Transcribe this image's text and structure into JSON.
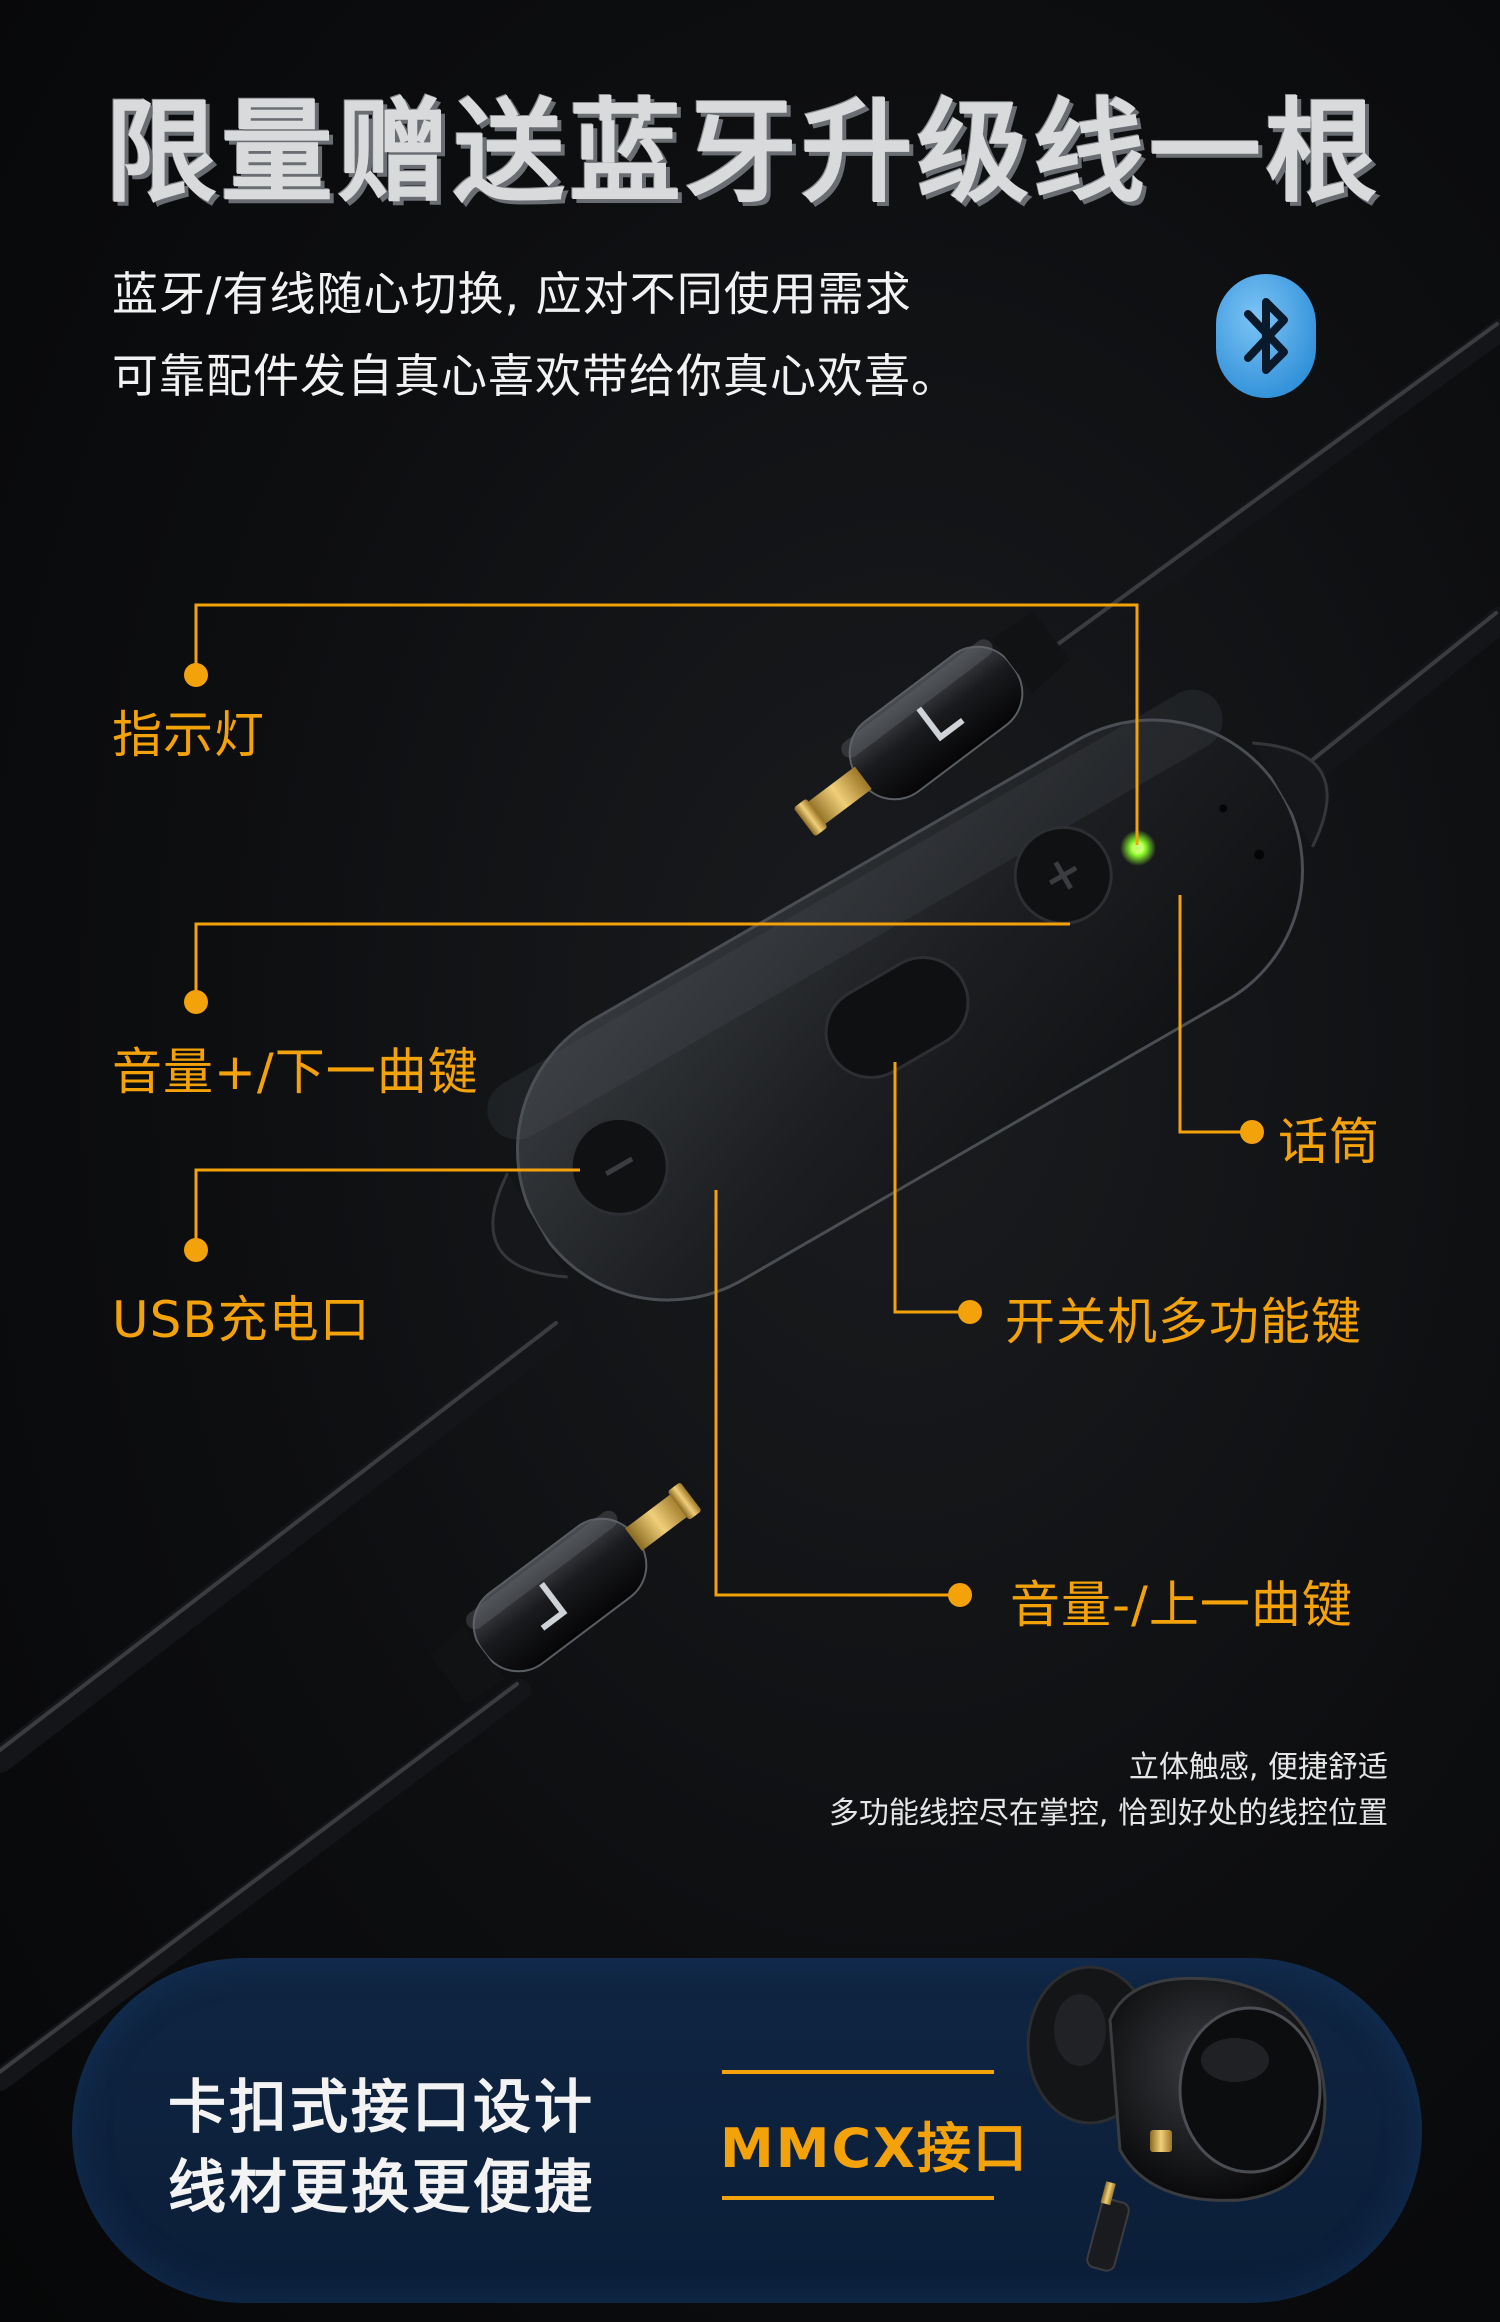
{
  "headline": "限量赠送蓝牙升级线一根",
  "intro": {
    "line1": "蓝牙/有线随心切换, 应对不同使用需求",
    "line2": "可靠配件发自真心喜欢带给你真心欢喜。"
  },
  "icons": {
    "bluetooth": "bluetooth-icon"
  },
  "callouts": {
    "indicator": "指示灯",
    "volume_up": "音量+/下一曲键",
    "usb": "USB充电口",
    "mic": "话筒",
    "power": "开关机多功能键",
    "volume_down": "音量-/上一曲键"
  },
  "tagline": {
    "line1": "立体触感, 便捷舒适",
    "line2": "多功能线控尽在掌控, 恰到好处的线控位置"
  },
  "bottom": {
    "line1": "卡扣式接口设计",
    "line2": "线材更换更便捷",
    "mmcx": "MMCX接口"
  },
  "colors": {
    "accent": "#f4a20a",
    "bluetooth": "#4aa8ea",
    "panel": "#0f2542",
    "led": "#a8ff3a"
  }
}
